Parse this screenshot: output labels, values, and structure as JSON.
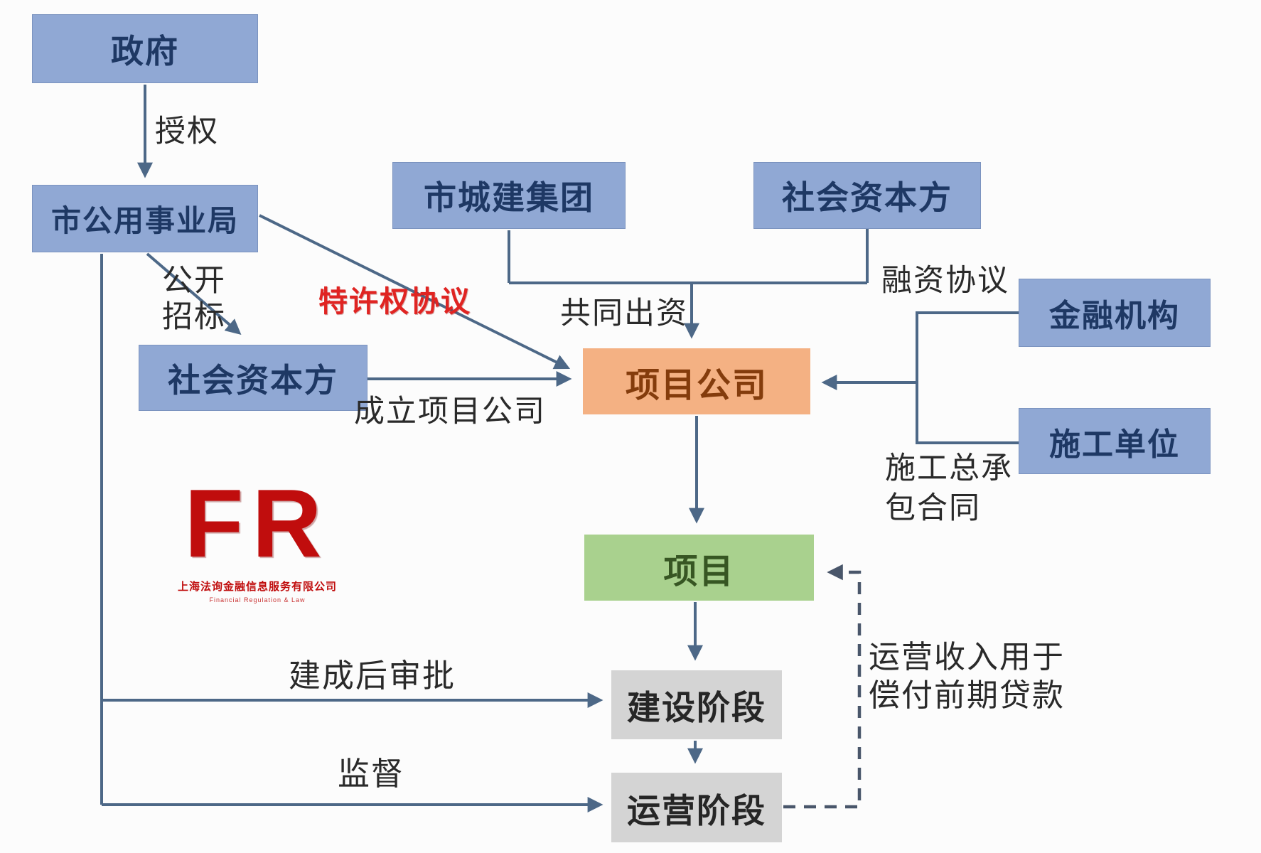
{
  "diagram": {
    "nodes": {
      "government": {
        "label": "政府"
      },
      "utilities_bureau": {
        "label": "市公用事业局"
      },
      "urban_construction": {
        "label": "市城建集团"
      },
      "social_capital_top": {
        "label": "社会资本方"
      },
      "social_capital_mid": {
        "label": "社会资本方"
      },
      "financial_institution": {
        "label": "金融机构"
      },
      "construction_unit": {
        "label": "施工单位"
      },
      "project_company": {
        "label": "项目公司"
      },
      "project": {
        "label": "项目"
      },
      "construction_phase": {
        "label": "建设阶段"
      },
      "operation_phase": {
        "label": "运营阶段"
      }
    },
    "edge_labels": {
      "authorize": "授权",
      "public_bidding_line1": "公开",
      "public_bidding_line2": "招标",
      "concession_agreement": "特许权协议",
      "establish_project_company": "成立项目公司",
      "joint_investment": "共同出资",
      "financing_agreement": "融资协议",
      "epc_contract_line1": "施工总承",
      "epc_contract_line2": "包合同",
      "approval_after_completion": "建成后审批",
      "supervision": "监督",
      "operating_income_line1": "运营收入用于",
      "operating_income_line2": "偿付前期贷款"
    },
    "logo": {
      "text": "FR",
      "company": "上海法询金融信息服务有限公司",
      "tagline": "Financial Regulation & Law"
    },
    "colors": {
      "page_bg": "#fcfcfc",
      "node_blue": "#90a8d4",
      "node_blue_text": "#1e3864",
      "node_orange": "#f4b183",
      "node_orange_text": "#843c0c",
      "node_green": "#a9d18e",
      "node_green_text": "#375623",
      "node_gray": "#d4d4d4",
      "node_gray_text": "#262626",
      "connector": "#4d6887",
      "connector_dashed": "#49566a",
      "label_text": "#2a2a2a",
      "accent_red": "#e02422",
      "logo_red": "#c00d0d"
    }
  }
}
